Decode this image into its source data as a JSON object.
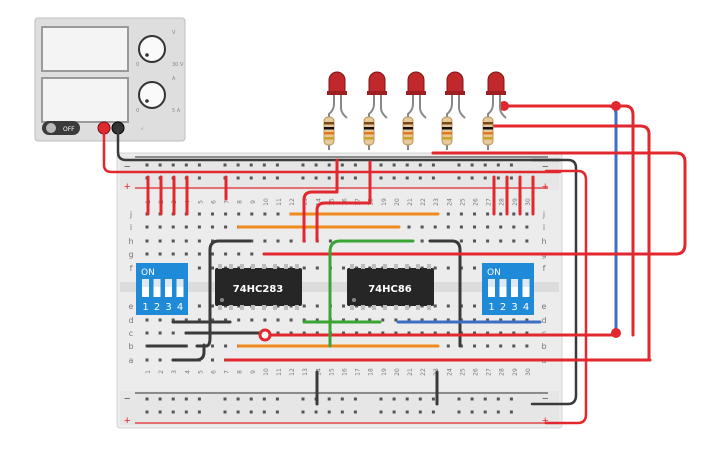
{
  "power_supply": {
    "off_label": "OFF",
    "voltage_knob_label": "V",
    "current_knob_label": "A",
    "voltage_scale": "30 V",
    "current_scale": "5 A",
    "min_label": "0"
  },
  "chips": [
    {
      "label": "74HC283"
    },
    {
      "label": "74HC86"
    }
  ],
  "dip_switches": [
    {
      "on_label": "ON",
      "positions": [
        "1",
        "2",
        "3",
        "4"
      ]
    },
    {
      "on_label": "ON",
      "positions": [
        "1",
        "2",
        "3",
        "4"
      ]
    }
  ],
  "breadboard": {
    "row_letters": [
      "j",
      "i",
      "h",
      "g",
      "f",
      "e",
      "d",
      "c",
      "b",
      "a"
    ],
    "column_numbers": [
      "1",
      "2",
      "3",
      "4",
      "5",
      "6",
      "7",
      "8",
      "9",
      "10",
      "11",
      "12",
      "13",
      "14",
      "15",
      "16",
      "17",
      "18",
      "19",
      "20",
      "21",
      "22",
      "23",
      "24",
      "25",
      "26",
      "27",
      "28",
      "29",
      "30"
    ],
    "rail_plus": "+",
    "rail_minus": "−"
  },
  "leds": {
    "count": 5,
    "color": "#c0282b"
  },
  "colors": {
    "wire_red": "#e0282e",
    "wire_black": "#3a3a3a",
    "wire_orange": "#f08a1c",
    "wire_green": "#3aa535",
    "wire_blue": "#3c6fc2",
    "dip_blue": "#1f8ad8",
    "chip_black": "#262626",
    "board": "#ececec"
  }
}
